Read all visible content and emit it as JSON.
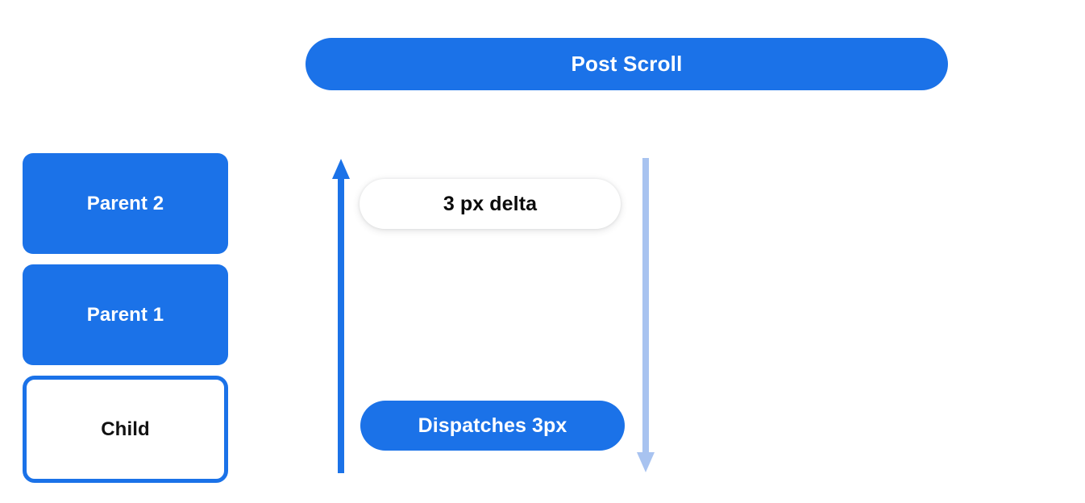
{
  "header": {
    "title": "Post Scroll",
    "accent_color": "#1b72e8"
  },
  "boxes": [
    {
      "label": "Parent 2",
      "style": "filled",
      "fill": "#1b72e8",
      "text_color": "#ffffff"
    },
    {
      "label": "Parent 1",
      "style": "filled",
      "fill": "#1b72e8",
      "text_color": "#ffffff"
    },
    {
      "label": "Child",
      "style": "outlined",
      "fill": "#ffffff",
      "border_color": "#1b72e8",
      "text_color": "#111111"
    }
  ],
  "arrows": [
    {
      "name": "scroll-up-arrow",
      "direction": "up",
      "color": "#1b72e8"
    },
    {
      "name": "scroll-down-arrow",
      "direction": "down",
      "color": "#a8c3f0"
    }
  ],
  "callouts": {
    "delta": {
      "label": "3 px delta",
      "fill": "#ffffff",
      "text_color": "#0b0b0b"
    },
    "dispatch": {
      "label": "Dispatches 3px",
      "fill": "#1b72e8",
      "text_color": "#ffffff"
    }
  }
}
